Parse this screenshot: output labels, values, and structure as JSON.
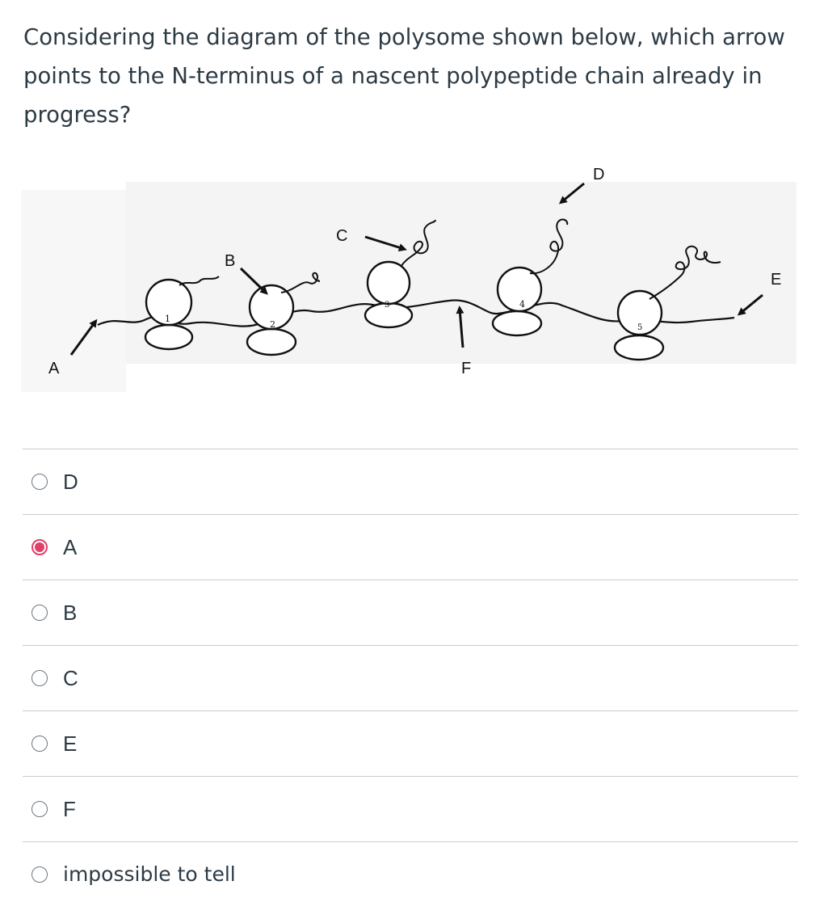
{
  "question": {
    "text": "Considering the diagram of the polysome shown below, which arrow points to the N-terminus of a nascent polypeptide chain already in progress?"
  },
  "figure": {
    "arrow_labels": {
      "A": "A",
      "B": "B",
      "C": "C",
      "D": "D",
      "E": "E",
      "F": "F"
    },
    "ribosome_numbers": [
      "1",
      "2",
      "3",
      "4",
      "5"
    ],
    "ink_color": "#111111"
  },
  "answers": [
    {
      "label": "D",
      "selected": false
    },
    {
      "label": "A",
      "selected": true
    },
    {
      "label": "B",
      "selected": false
    },
    {
      "label": "C",
      "selected": false
    },
    {
      "label": "E",
      "selected": false
    },
    {
      "label": "F",
      "selected": false
    },
    {
      "label": "impossible to tell",
      "selected": false
    }
  ],
  "colors": {
    "text": "#2d3b45",
    "divider": "#c7cdd1",
    "selected": "#e0406a",
    "radio_border": "#6b7780"
  }
}
